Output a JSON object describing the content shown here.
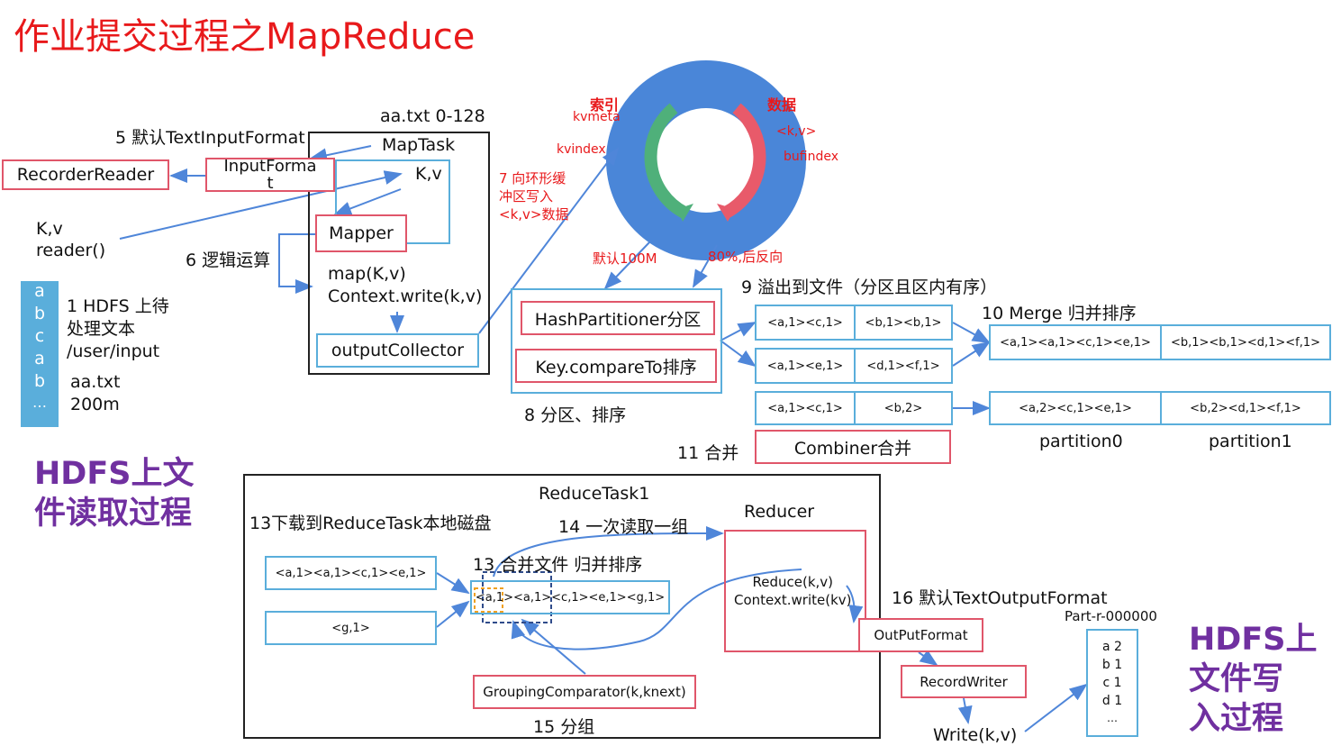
{
  "title": "作业提交过程之MapReduce",
  "colors": {
    "title_red": "#e8191b",
    "purple": "#7030a0",
    "blue_line": "#4f86d9",
    "ring_blue": "#4a86d8",
    "box_red": "#e0566a",
    "box_blue": "#5aaedb",
    "hdfs_fill": "#5aaedb"
  },
  "map_side": {
    "file_label": "aa.txt 0-128",
    "maptask": "MapTask",
    "step5": "5 默认TextInputFormat",
    "recorder_reader": "RecorderReader",
    "input_format": "InputForma\nt",
    "kv_top": "K,v",
    "kv_reader": "K,v\nreader()",
    "mapper": "Mapper",
    "step6": "6 逻辑运算",
    "map_call": "map(K,v)\nContext.write(k,v)",
    "output_collector": "outputCollector",
    "hdfs_letters": [
      "a",
      "b",
      "c",
      "a",
      "b",
      "…"
    ],
    "step1": "1 HDFS 上待\n处理文本\n/user/input",
    "file_size": "aa.txt\n200m",
    "hdfs_read": "HDFS上文\n件读取过程"
  },
  "ring": {
    "index_label": "索引",
    "kvmeta": "kvmeta",
    "kvindex": "kvindex",
    "data_label": "数据",
    "kv": "<k,v>",
    "bufindex": "bufindex",
    "step7": "7 向环形缓\n冲区写入\n<k,v>数据",
    "default_size": "默认100M",
    "reverse": "80%,后反向"
  },
  "partition": {
    "hash_partitioner": "HashPartitioner分区",
    "key_compare": "Key.compareTo排序",
    "step8": "8 分区、排序",
    "step9": "9 溢出到文件（分区且区内有序）",
    "spill1": [
      "<a,1><c,1>",
      "<b,1><b,1>"
    ],
    "spill2": [
      "<a,1><e,1>",
      "<d,1><f,1>"
    ],
    "spill3": [
      "<a,1><c,1>",
      "<b,2>"
    ],
    "step10": "10 Merge 归并排序",
    "merged": [
      "<a,1><a,1><c,1><e,1>",
      "<b,1><b,1><d,1><f,1>"
    ],
    "combined": [
      "<a,2><c,1><e,1>",
      "<b,2><d,1><f,1>"
    ],
    "partition0": "partition0",
    "partition1": "partition1",
    "step11": "11 合并",
    "combiner": "Combiner合并"
  },
  "reduce_side": {
    "reducetask": "ReduceTask1",
    "step13_download": "13下载到ReduceTask本地磁盘",
    "step14": "14 一次读取一组",
    "reducer": "Reducer",
    "input1": "<a,1><a,1><c,1><e,1>",
    "input2": "<g,1>",
    "step13_merge": "13 合并文件 归并排序",
    "merged": "<a,1><a,1><c,1><e,1><g,1>",
    "reduce_call": "Reduce(k,v)\nContext.write(kv)",
    "grouping": "GroupingComparator(k,knext)",
    "step15": "15 分组",
    "step16": "16 默认TextOutputFormat",
    "output_format": "OutPutFormat",
    "record_writer": "RecordWriter",
    "write_call": "Write(k,v)",
    "part_file": "Part-r-000000",
    "part_lines": [
      "a 2",
      "b 1",
      "c 1",
      "d 1",
      "…"
    ],
    "hdfs_write": "HDFS上\n文件写\n入过程"
  }
}
